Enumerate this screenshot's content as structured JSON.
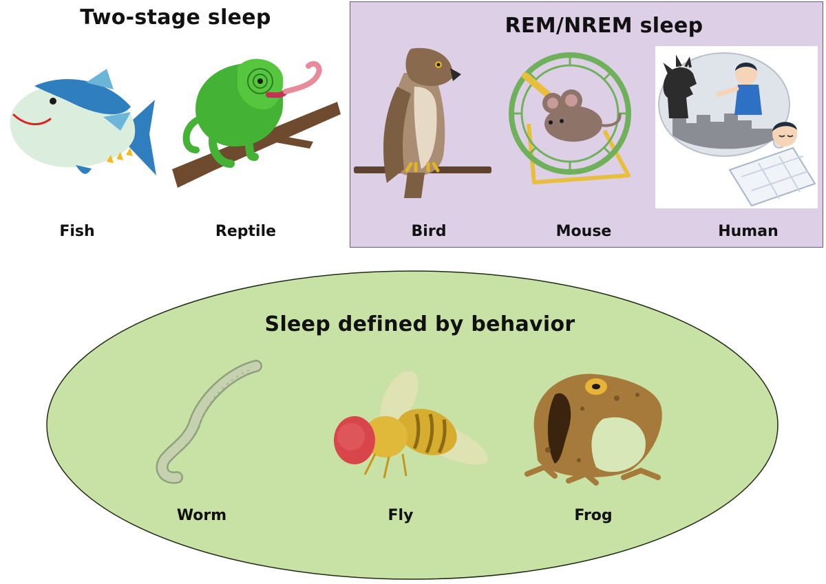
{
  "two_stage": {
    "title": "Two-stage sleep",
    "animals": [
      {
        "label": "Fish",
        "icon": "fish-icon"
      },
      {
        "label": "Reptile",
        "icon": "chameleon-icon"
      }
    ]
  },
  "rem_nrem": {
    "title": "REM/NREM sleep",
    "background_color": "#dccfe6",
    "animals": [
      {
        "label": "Bird",
        "icon": "hawk-icon"
      },
      {
        "label": "Mouse",
        "icon": "mouse-wheel-icon"
      },
      {
        "label": "Human",
        "icon": "dreaming-child-icon"
      }
    ]
  },
  "behavior": {
    "title": "Sleep defined by behavior",
    "background_color": "#c8e2a5",
    "animals": [
      {
        "label": "Worm",
        "icon": "worm-icon"
      },
      {
        "label": "Fly",
        "icon": "fly-icon"
      },
      {
        "label": "Frog",
        "icon": "frog-icon"
      }
    ]
  }
}
